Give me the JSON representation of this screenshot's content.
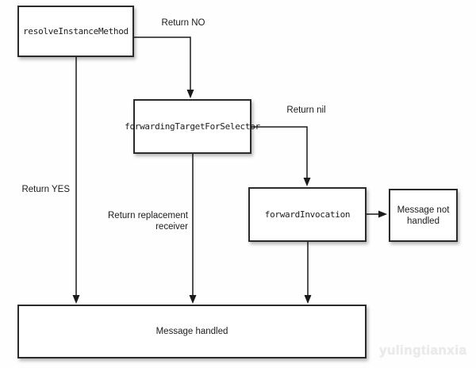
{
  "diagram": {
    "nodes": {
      "resolve_instance_method": {
        "label": "resolveInstanceMethod"
      },
      "forwarding_target_for_selector": {
        "label": "forwardingTargetForSelector"
      },
      "forward_invocation": {
        "label": "forwardInvocation"
      },
      "message_not_handled": {
        "label": "Message not handled"
      },
      "message_handled": {
        "label": "Message handled"
      }
    },
    "edge_labels": {
      "return_no": "Return NO",
      "return_nil": "Return nil",
      "return_yes": "Return YES",
      "return_replacement_line1": "Return replacement",
      "return_replacement_line2": "receiver"
    },
    "watermark": "yulingtianxia",
    "colors": {
      "line": "#1a1a1a",
      "box_border": "#2b2b2b",
      "box_fill": "#ffffff",
      "watermark": "#eaeaea"
    }
  }
}
